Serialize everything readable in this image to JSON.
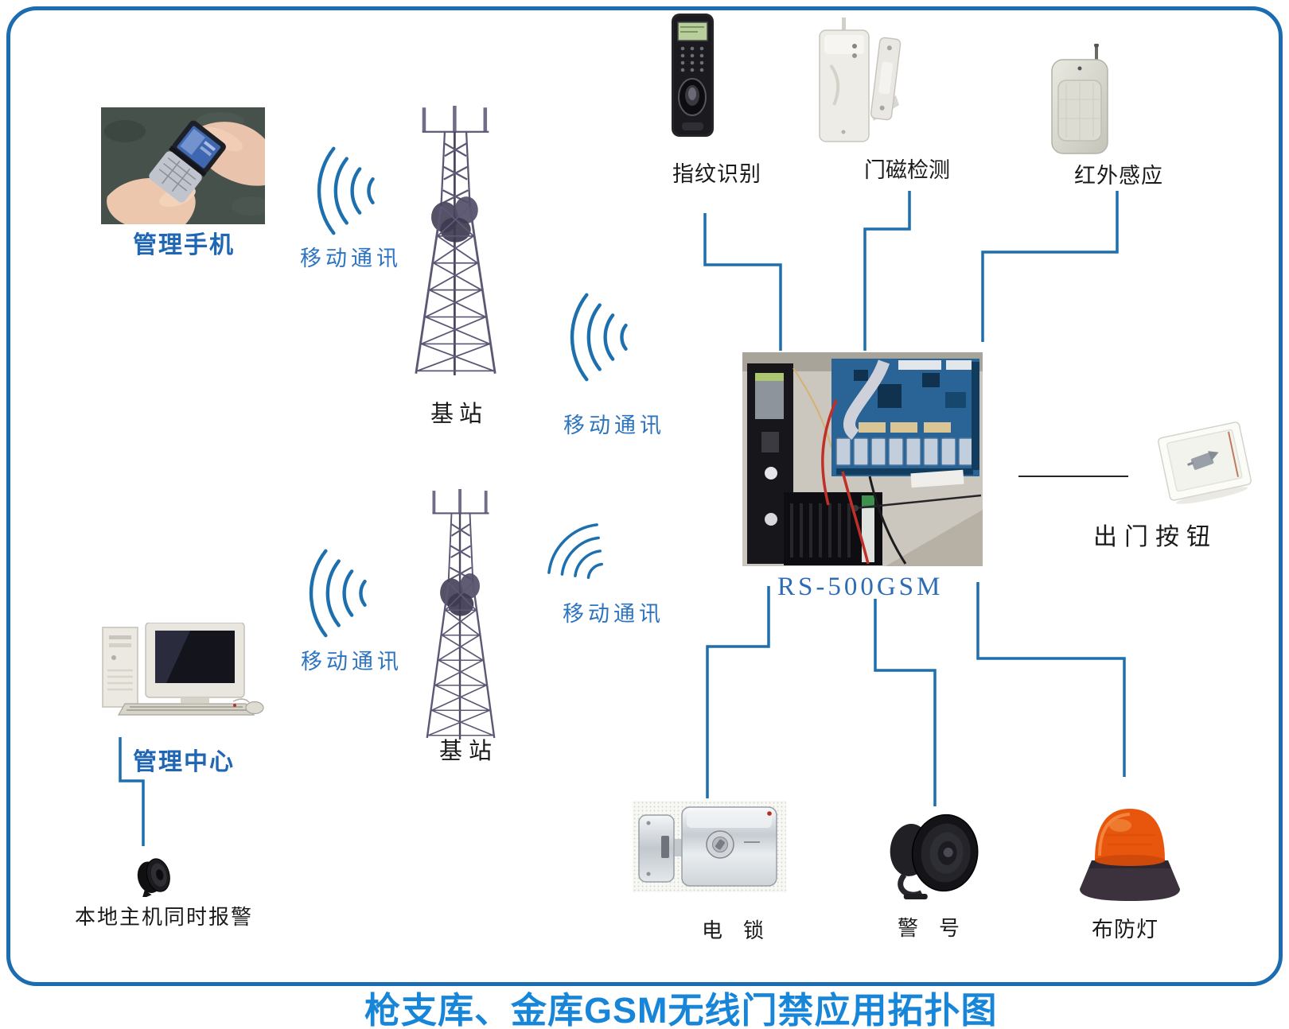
{
  "title": {
    "text": "枪支库、金库GSM无线门禁应用拓扑图"
  },
  "devices": {
    "management_phone": {
      "label": "管理手机"
    },
    "base_station_top": {
      "label": "基站"
    },
    "base_station_bottom": {
      "label": "基站"
    },
    "fingerprint_reader": {
      "label": "指纹识别"
    },
    "door_magnet_sensor": {
      "label": "门磁检测"
    },
    "infrared_sensor": {
      "label": "红外感应"
    },
    "controller": {
      "label": "RS-500GSM"
    },
    "exit_button": {
      "label": "出门按钮"
    },
    "electric_lock": {
      "label": "电　锁"
    },
    "siren": {
      "label": "警　号"
    },
    "arming_light": {
      "label": "布防灯"
    },
    "management_center": {
      "label": "管理中心"
    },
    "local_alarm": {
      "label": "本地主机同时报警"
    }
  },
  "links": {
    "mobile_comm_top_left": {
      "label": "移动通讯"
    },
    "mobile_comm_top_right": {
      "label": "移动通讯"
    },
    "mobile_comm_bottom_left": {
      "label": "移动通讯"
    },
    "mobile_comm_bottom_right": {
      "label": "移动通讯"
    }
  },
  "colors": {
    "accent_blue": "#1d6fae",
    "title_blue": "#1886d8",
    "label_blue": "#1f66b4",
    "beacon_orange": "#e8560e"
  }
}
